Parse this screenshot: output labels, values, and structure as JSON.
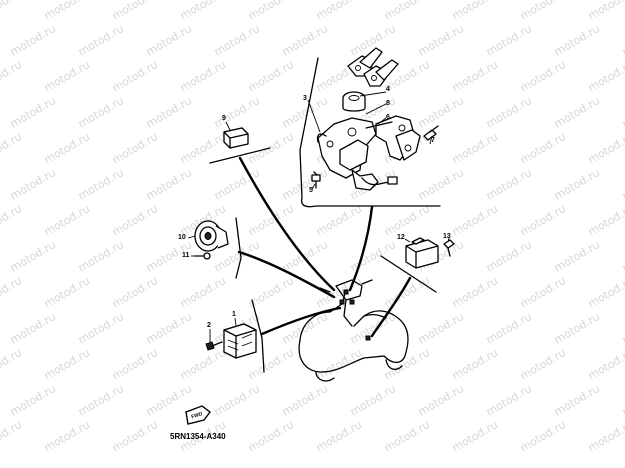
{
  "diagram": {
    "callouts": [
      {
        "id": "c1",
        "label": "1"
      },
      {
        "id": "c2",
        "label": "2"
      },
      {
        "id": "c3",
        "label": "3"
      },
      {
        "id": "c4",
        "label": "4"
      },
      {
        "id": "c5",
        "label": "5"
      },
      {
        "id": "c6",
        "label": "6"
      },
      {
        "id": "c7",
        "label": "7"
      },
      {
        "id": "c8",
        "label": "8"
      },
      {
        "id": "c9",
        "label": "9"
      },
      {
        "id": "c10",
        "label": "10"
      },
      {
        "id": "c11",
        "label": "11"
      },
      {
        "id": "c12",
        "label": "12"
      },
      {
        "id": "c13",
        "label": "13"
      }
    ],
    "fwd_badge": "FWD",
    "catalog_number": "5RN1354-A340",
    "watermark": "motod.ru"
  }
}
